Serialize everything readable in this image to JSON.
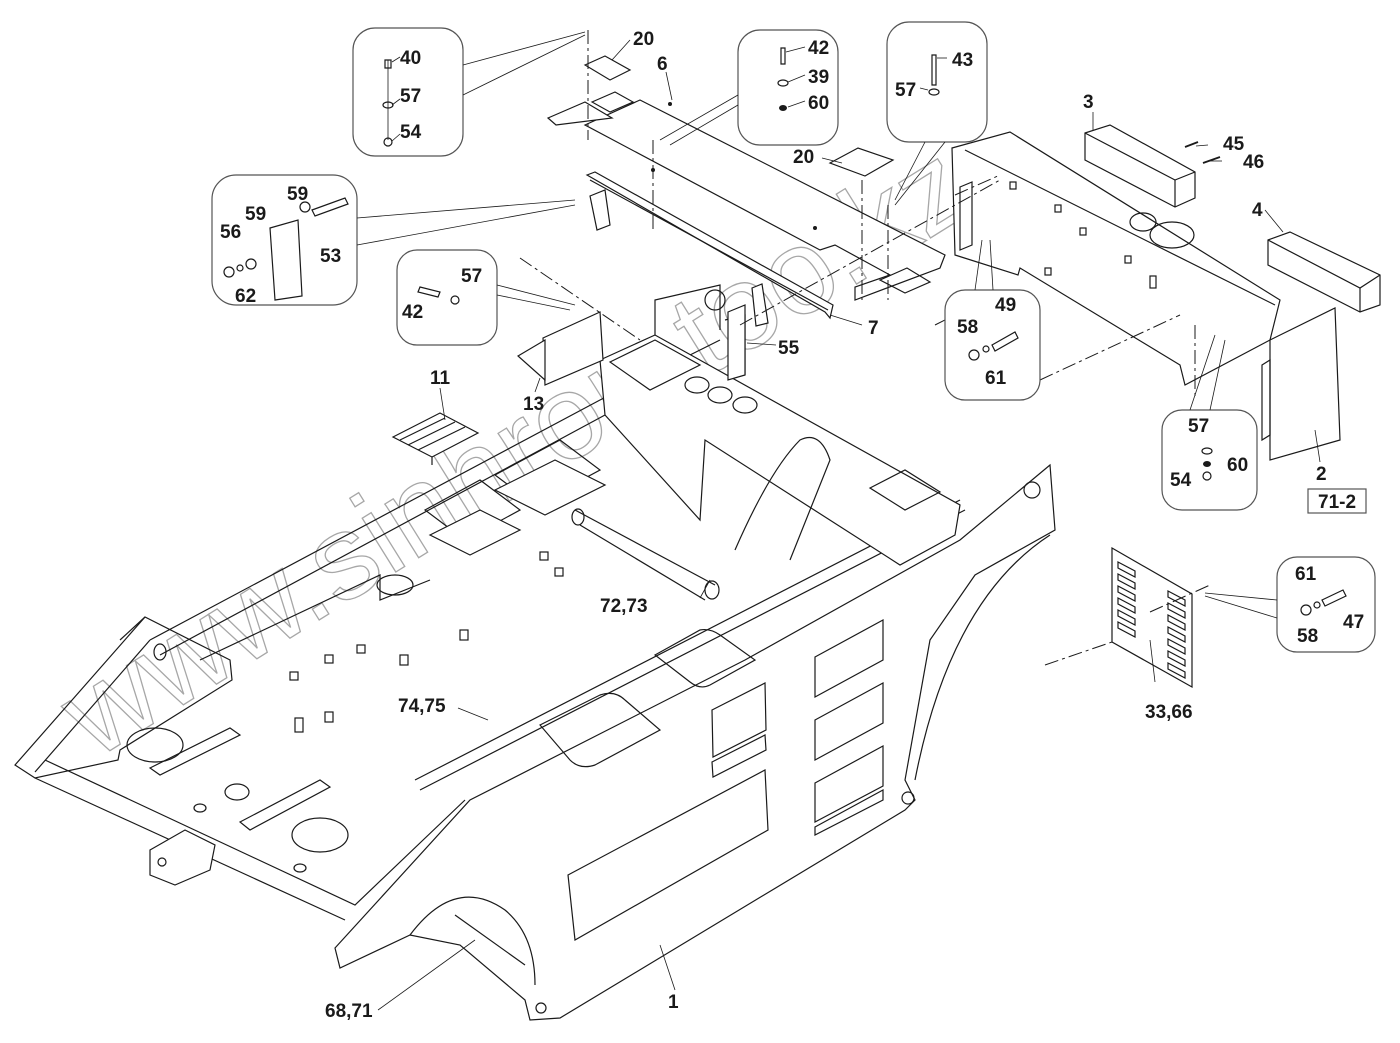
{
  "diagram": {
    "type": "exploded parts diagram",
    "subject": "Machine main frame (chassis) assembly with hood panels, covers and fasteners",
    "watermark": "www.sinhron-too.kz",
    "reference_box": "71-2",
    "labels": {
      "p1": "1",
      "p2": "2",
      "p3": "3",
      "p4": "4",
      "p6": "6",
      "p7": "7",
      "p11": "11",
      "p13": "13",
      "p20a": "20",
      "p20b": "20",
      "p45": "45",
      "p46": "46",
      "p55": "55",
      "p33_66": "33,66",
      "p68_71": "68,71",
      "p72_73": "72,73",
      "p74_75": "74,75"
    },
    "callouts": [
      {
        "id": "callout-a",
        "parts": [
          "40",
          "57",
          "54"
        ]
      },
      {
        "id": "callout-b",
        "parts": [
          "42",
          "39",
          "60"
        ]
      },
      {
        "id": "callout-c",
        "parts": [
          "43",
          "57"
        ]
      },
      {
        "id": "callout-d",
        "parts": [
          "59",
          "59",
          "56",
          "53",
          "62"
        ]
      },
      {
        "id": "callout-e",
        "parts": [
          "42",
          "57"
        ]
      },
      {
        "id": "callout-f",
        "parts": [
          "49",
          "58",
          "61"
        ]
      },
      {
        "id": "callout-g",
        "parts": [
          "57",
          "60",
          "54"
        ]
      },
      {
        "id": "callout-h",
        "parts": [
          "61",
          "58",
          "47"
        ]
      }
    ]
  }
}
